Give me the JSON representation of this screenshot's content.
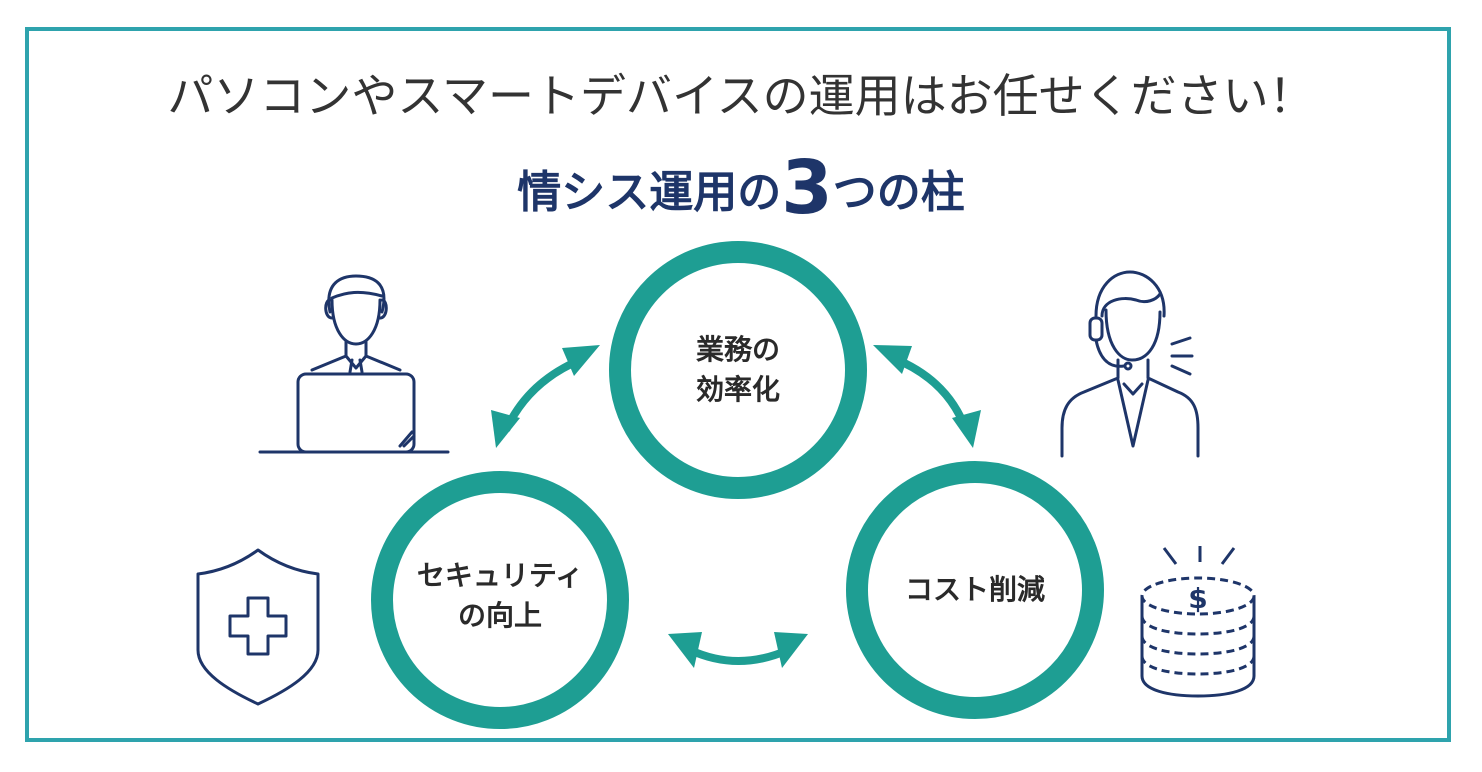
{
  "header": {
    "headline": "パソコンやスマートデバイスの運用はお任せください！",
    "subtitle_pre": "情シス運用の",
    "subtitle_number": "3",
    "subtitle_post": "つの柱"
  },
  "pillars": {
    "top": {
      "line1": "業務の",
      "line2": "効率化"
    },
    "left": {
      "line1": "セキュリティ",
      "line2": "の向上"
    },
    "right": {
      "line1": "コスト削減"
    }
  },
  "colors": {
    "frame": "#2ea3ad",
    "ring": "#1e9e93",
    "icon": "#1e3569",
    "subtitle": "#1e3569"
  },
  "icons": [
    "office-worker-laptop-icon",
    "headset-operator-icon",
    "security-shield-icon",
    "coin-stack-icon"
  ]
}
